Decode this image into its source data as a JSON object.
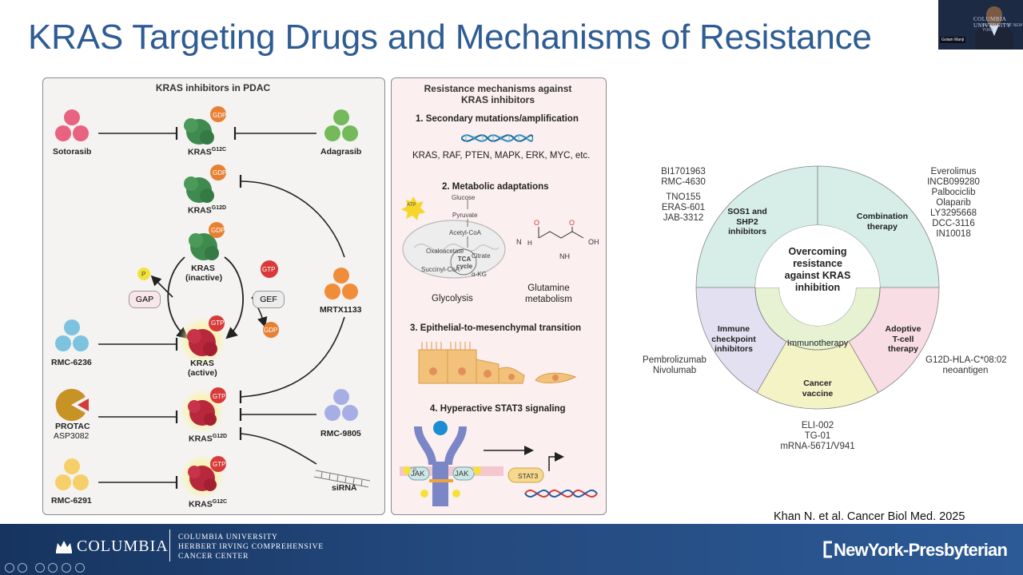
{
  "slide": {
    "title": "KRAS Targeting Drugs and Mechanisms of Resistance",
    "citation": "Khan N. et al. Cancer Biol Med. 2025"
  },
  "webcam": {
    "name": "Golam Manji",
    "logo_line1": "COLUMBIA UNIVERSITY",
    "logo_line2": "IN THE CITY OF NEW YORK"
  },
  "left_panel": {
    "title": "KRAS inhibitors in PDAC",
    "drugs": {
      "sotorasib": "Sotorasib",
      "adagrasib": "Adagrasib",
      "mrtx1133": "MRTX1133",
      "rmc6236": "RMC-6236",
      "protac_line1": "PROTAC",
      "protac_line2": "ASP3082",
      "rmc9805": "RMC-9805",
      "rmc6291": "RMC-6291",
      "sirna": "siRNA"
    },
    "kras": {
      "k1": "KRAS",
      "k1_sup": "G12C",
      "k2": "KRAS",
      "k2_sup": "G12D",
      "inactive_1": "KRAS",
      "inactive_2": "(inactive)",
      "active_1": "KRAS",
      "active_2": "(active)",
      "k5": "KRAS",
      "k5_sup": "G12D",
      "k6": "KRAS",
      "k6_sup": "G12C"
    },
    "badges": {
      "gdp": "GDP",
      "gtp": "GTP",
      "gap": "GAP",
      "gef": "GEF",
      "p": "P"
    }
  },
  "right_panel": {
    "title_line1": "Resistance mechanisms against",
    "title_line2": "KRAS inhibitors",
    "section1": "1.  Secondary mutations/amplification",
    "section1_genes": "KRAS, RAF, PTEN, MAPK, ERK, MYC, etc.",
    "section2": "2. Metabolic adaptations",
    "atp": "ATP",
    "glucose": "Glucose",
    "pyruvate": "Pyruvate",
    "acetyl_coa": "Acetyl-CoA",
    "oxaloacetate": "Oxaloacetate",
    "citrate": "Citrate",
    "tca_1": "TCA",
    "tca_2": "cycle",
    "succinyl": "Succinyl-CoA",
    "akg": "α-KG",
    "glycolysis": "Glycolysis",
    "glutamine_1": "Glutamine",
    "glutamine_2": "metabolism",
    "section3": "3. Epithelial-to-mesenchymal transition",
    "section4": "4. Hyperactive STAT3 signaling",
    "jak": "JAK",
    "stat3": "STAT3"
  },
  "ring_diagram": {
    "center_line1": "Overcoming",
    "center_line2": "resistance",
    "center_line3": "against KRAS",
    "center_line4": "inhibition",
    "segments": {
      "sos1": [
        "SOS1 and",
        "SHP2",
        "inhibitors"
      ],
      "combination": [
        "Combination",
        "therapy"
      ],
      "checkpoint": [
        "Immune",
        "checkpoint",
        "inhibitors"
      ],
      "adoptive": [
        "Adoptive",
        "T-cell",
        "therapy"
      ],
      "vaccine": [
        "Cancer",
        "vaccine"
      ],
      "immunotherapy": "Immunotherapy"
    },
    "drug_lists": {
      "sos1_a": [
        "BI1701963",
        "RMC-4630"
      ],
      "sos1_b": [
        "TNO155",
        "ERAS-601",
        "JAB-3312"
      ],
      "combination": [
        "Everolimus",
        "INCB099280",
        "Palbociclib",
        "Olaparib",
        "LY3295668",
        "DCC-3116",
        "IN10018"
      ],
      "checkpoint": [
        "Pembrolizumab",
        "Nivolumab"
      ],
      "adoptive": [
        "G12D-HLA-C*08:02",
        "neoantigen"
      ],
      "vaccine": [
        "ELI-002",
        "TG-01",
        "mRNA-5671/V941"
      ]
    },
    "colors": {
      "sos1": "#d6ede8",
      "combination": "#d6ede8",
      "checkpoint": "#e3e1f1",
      "adoptive": "#f8dde4",
      "vaccine": "#f4f3c6",
      "immunotherapy": "#e6f2d2"
    }
  },
  "footer": {
    "columbia": "COLUMBIA",
    "hicc_line1": "COLUMBIA UNIVERSITY",
    "hicc_line2": "HERBERT IRVING COMPREHENSIVE",
    "hicc_line3": "CANCER CENTER",
    "nyp": "NewYork-Presbyterian"
  }
}
